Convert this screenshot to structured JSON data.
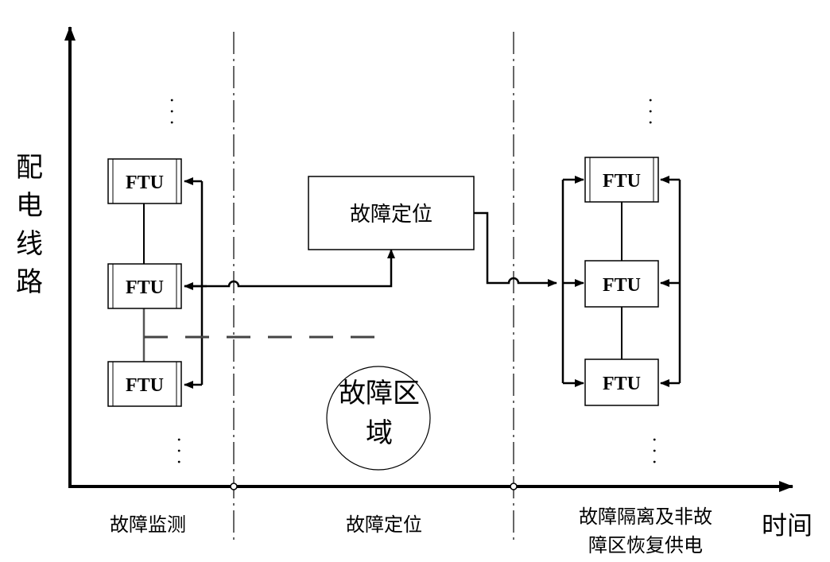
{
  "axes": {
    "y_label_chars": [
      "配",
      "电",
      "线",
      "路"
    ],
    "x_label": "时间"
  },
  "phases": {
    "detection": "故障监测",
    "location": "故障定位",
    "isolation_line1": "故障隔离及非故",
    "isolation_line2": "障区恢复供电"
  },
  "boxes": {
    "locate": "故障定位",
    "ftu": "FTU"
  },
  "fault_zone": {
    "line1": "故障区",
    "line2": "域"
  },
  "ellipsis": ". . ."
}
